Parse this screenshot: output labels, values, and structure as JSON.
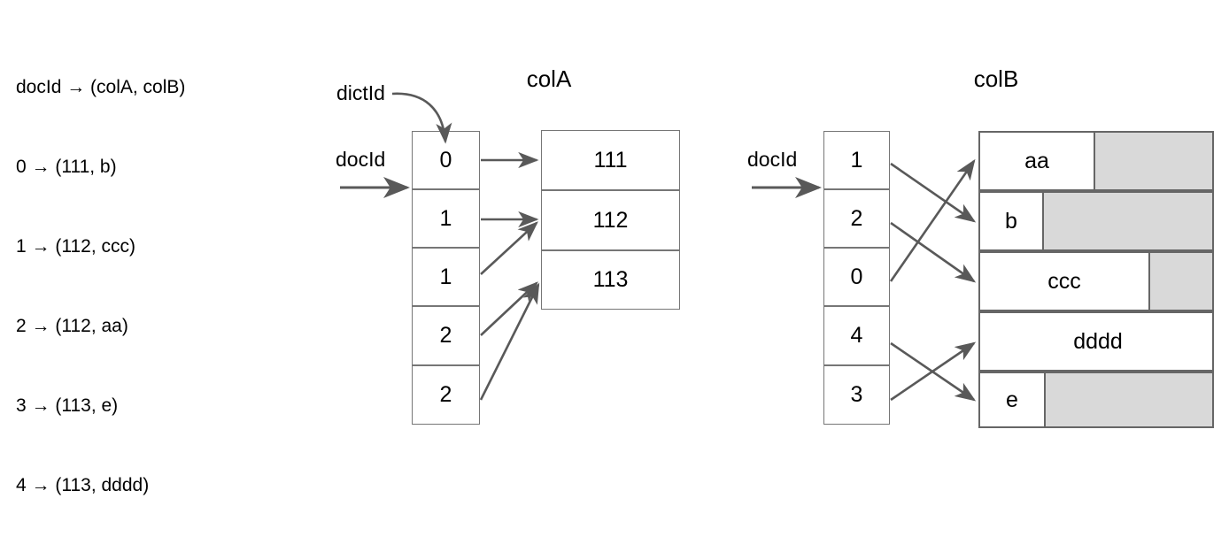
{
  "legend": {
    "lines": [
      "docId → (colA, colB)",
      "0 → (111, b)",
      "1 → (112, ccc)",
      "2 → (112, aa)",
      "3 → (113, e)",
      "4 → (113, dddd)"
    ]
  },
  "colors": {
    "border": "#666666",
    "shade": "#d9d9d9",
    "arrow": "#595959",
    "text": "#000000",
    "background": "#ffffff"
  },
  "colA": {
    "title": "colA",
    "docid_label": "docId",
    "dictid_label": "dictId",
    "dictid_column": [
      "0",
      "1",
      "1",
      "2",
      "2"
    ],
    "dictionary": [
      "111",
      "112",
      "113"
    ],
    "mapping": [
      {
        "from_index": 0,
        "to_index": 0
      },
      {
        "from_index": 1,
        "to_index": 1
      },
      {
        "from_index": 2,
        "to_index": 1
      },
      {
        "from_index": 3,
        "to_index": 2
      },
      {
        "from_index": 4,
        "to_index": 2
      }
    ]
  },
  "colB": {
    "title": "colB",
    "docid_label": "docId",
    "docid_column": [
      "1",
      "2",
      "0",
      "4",
      "3"
    ],
    "values": [
      {
        "text": "aa",
        "fill_ratio": 0.49
      },
      {
        "text": "b",
        "fill_ratio": 0.27
      },
      {
        "text": "ccc",
        "fill_ratio": 0.72
      },
      {
        "text": "dddd",
        "fill_ratio": 1.0
      },
      {
        "text": "e",
        "fill_ratio": 0.28
      }
    ],
    "mapping": [
      {
        "from_index": 0,
        "to_index": 1
      },
      {
        "from_index": 1,
        "to_index": 2
      },
      {
        "from_index": 2,
        "to_index": 0
      },
      {
        "from_index": 3,
        "to_index": 4
      },
      {
        "from_index": 4,
        "to_index": 3
      }
    ]
  }
}
